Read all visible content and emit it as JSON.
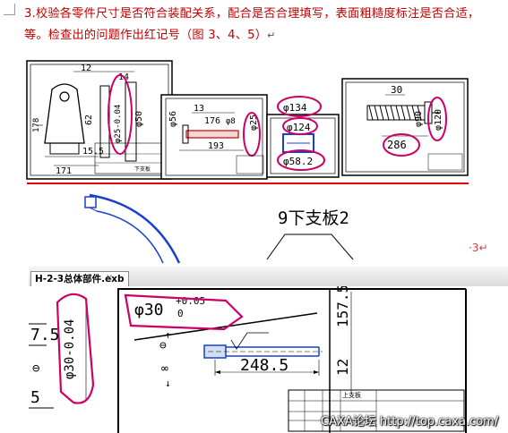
{
  "paragraph": {
    "line1": "3.校验各零件尺寸是否符合装配关系，配合是否合理填写，表面粗糙度标注是否合适，",
    "line2": "等。检查出的问题作出红记号（图 3、4、5）",
    "return_mark": "↵"
  },
  "page_number": "·3↵",
  "figures": {
    "fig1": {
      "dims": [
        "12",
        "14",
        "62",
        "178",
        "15.5",
        "171",
        "φ25-0.04",
        "φ50"
      ],
      "label": "下支板"
    },
    "fig2": {
      "dims": [
        "φ56",
        "13",
        "176",
        "φ8",
        "193",
        "φ25"
      ]
    },
    "fig3": {
      "dims": [
        "φ134",
        "φ124",
        "φ58.2"
      ]
    },
    "fig4": {
      "dims": [
        "30",
        "φ90",
        "φ120",
        "286"
      ]
    }
  },
  "sketch": {
    "label": "9下支板2"
  },
  "cad": {
    "tab_label": "H-2-3总体部件.exb",
    "tab_close": "×",
    "dims": {
      "top_left": "φ30",
      "upper_tol": "+0.05",
      "lower_tol": "0",
      "vertical": "φ30-0.04",
      "length": "248.5",
      "right_top": "157.5",
      "right_bottom": "12",
      "left_val": "7.5",
      "left_bottom": "5",
      "title_block": "上支板"
    }
  },
  "watermark": "CAXA论坛 http://top.caxa.com/"
}
